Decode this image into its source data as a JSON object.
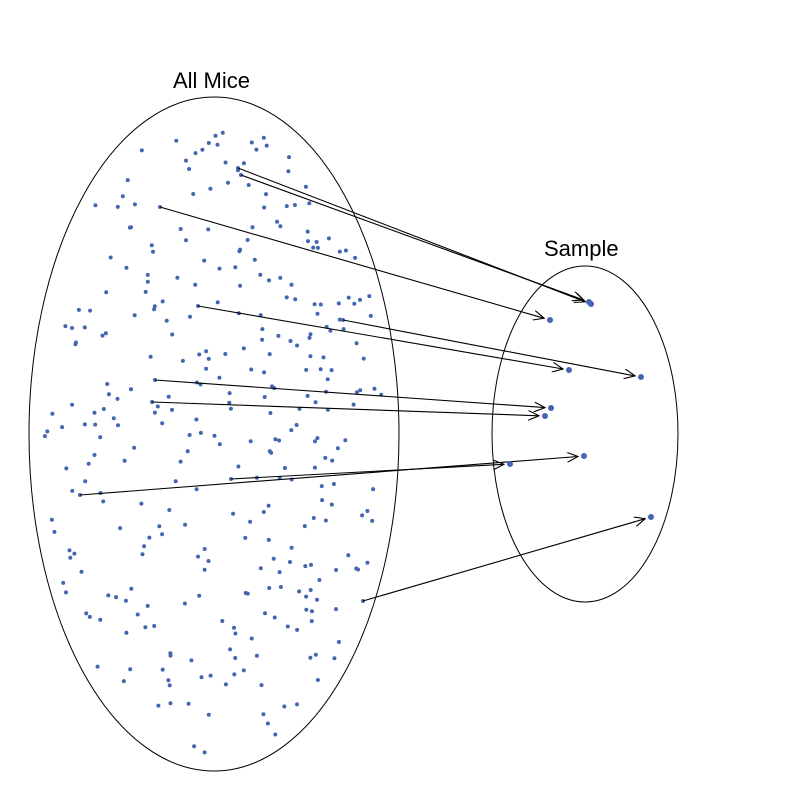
{
  "diagram": {
    "population_label": "All Mice",
    "sample_label": "Sample"
  },
  "colors": {
    "dot": "#4466b0",
    "outline": "#000000",
    "arrow": "#000000",
    "background": "#ffffff"
  },
  "icons": {
    "population": "ellipse-outline",
    "sample": "ellipse-outline",
    "mouse": "dot",
    "selection": "arrow"
  }
}
